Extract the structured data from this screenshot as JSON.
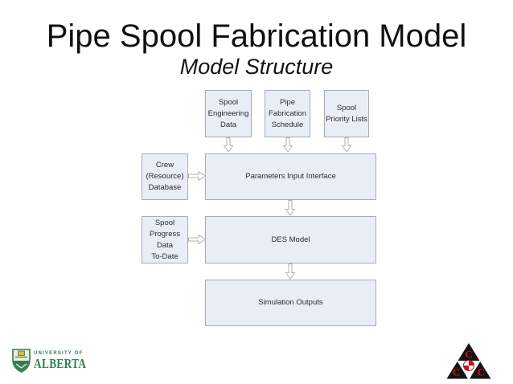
{
  "slide": {
    "title": "Pipe Spool Fabrication Model",
    "subtitle": "Model Structure"
  },
  "diagram": {
    "boxes": {
      "spool_engineering_data": {
        "label": "Spool\nEngineering\nData"
      },
      "pipe_fabrication_schedule": {
        "label": "Pipe\nFabrication\nSchedule"
      },
      "spool_priority_lists": {
        "label": "Spool\nPriority Lists"
      },
      "crew_resource_database": {
        "label": "Crew\n(Resource)\nDatabase"
      },
      "parameters_input_interface": {
        "label": "Parameters Input Interface"
      },
      "spool_progress_data_to_date": {
        "label": "Spool\nProgress\nData\nTo-Date"
      },
      "des_model": {
        "label": "DES Model"
      },
      "simulation_outputs": {
        "label": "Simulation Outputs"
      }
    },
    "colors": {
      "box_fill": "#e9eef6",
      "box_border": "#a6adb8",
      "arrow_outline": "#a9b1bb",
      "arrow_fill": "#ffffff"
    }
  },
  "footer": {
    "university_logo": {
      "line1": "UNIVERSITY OF",
      "line2": "ALBERTA",
      "green": "#2f7d52",
      "gold": "#e9b63c"
    },
    "ccc_logo": {
      "letter": "C",
      "black": "#141414",
      "red": "#cc1016"
    }
  }
}
